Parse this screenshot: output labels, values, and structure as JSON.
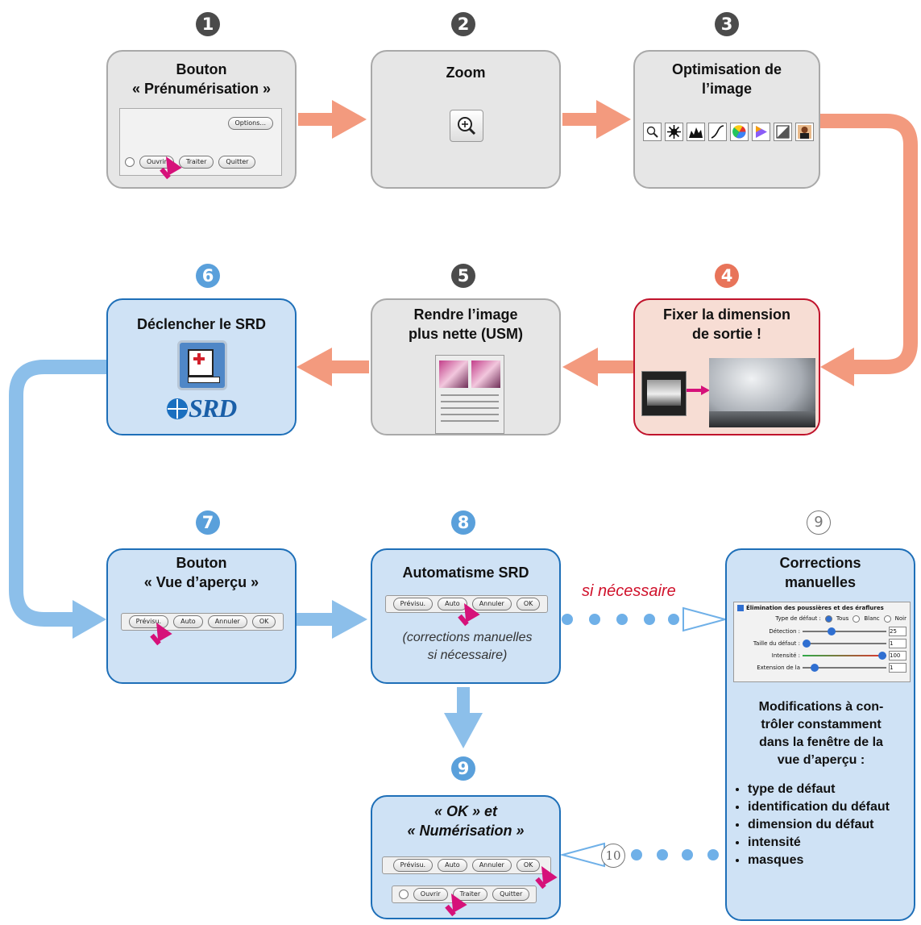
{
  "steps": {
    "s1": {
      "num": "1",
      "title_l1": "Bouton",
      "title_l2": "« Prénumérisation »",
      "buttons": [
        "Options...",
        "Ouvrir",
        "Traiter",
        "Quitter"
      ]
    },
    "s2": {
      "num": "2",
      "title": "Zoom"
    },
    "s3": {
      "num": "3",
      "title_l1": "Optimisation de",
      "title_l2": "l’image"
    },
    "s4": {
      "num": "4",
      "title_l1": "Fixer la dimension",
      "title_l2": "de sortie !"
    },
    "s5": {
      "num": "5",
      "title_l1": "Rendre l’image",
      "title_l2": "plus nette (USM)"
    },
    "s6": {
      "num": "6",
      "title": "Déclencher le SRD",
      "logo": "SRD"
    },
    "s7": {
      "num": "7",
      "title_l1": "Bouton",
      "title_l2": "« Vue d’aperçu »",
      "buttons": [
        "Prévisu.",
        "Auto",
        "Annuler",
        "OK"
      ]
    },
    "s8": {
      "num": "8",
      "title": "Automatisme SRD",
      "buttons": [
        "Prévisu.",
        "Auto",
        "Annuler",
        "OK"
      ],
      "note_l1": "(corrections manuelles",
      "note_l2": "si nécessaire)"
    },
    "s9": {
      "num": "9",
      "title_l1": "« OK » et",
      "title_l2": "« Numérisation »",
      "buttons_row1": [
        "Prévisu.",
        "Auto",
        "Annuler",
        "OK"
      ],
      "buttons_row2": [
        "Ouvrir",
        "Traiter",
        "Quitter"
      ]
    },
    "s9b": {
      "num": "9",
      "title_l1": "Corrections",
      "title_l2": "manuelles",
      "panel": {
        "header": "Élimination des poussières et des éraflures",
        "type_label": "Type de défaut :",
        "type_options": [
          "Tous",
          "Blanc",
          "Noir"
        ],
        "rows": [
          {
            "label": "Détection :",
            "value": "25"
          },
          {
            "label": "Taille du défaut :",
            "value": "1"
          },
          {
            "label": "Intensité :",
            "value": "100"
          },
          {
            "label": "Extension de la",
            "value": "1"
          }
        ]
      },
      "desc_l1": "Modifications à con-",
      "desc_l2": "trôler constamment",
      "desc_l3": "dans la fenêtre de la",
      "desc_l4": "vue d’aperçu :",
      "bullets": [
        "type de défaut",
        "identification du défaut",
        "dimension du défaut",
        "intensité",
        "masques"
      ]
    }
  },
  "labels": {
    "si_necessaire": "si nécessaire",
    "ten": "10"
  },
  "colors": {
    "orange": "#f39a7e",
    "blue": "#8cbfea",
    "dot": "#6fb0e8"
  }
}
